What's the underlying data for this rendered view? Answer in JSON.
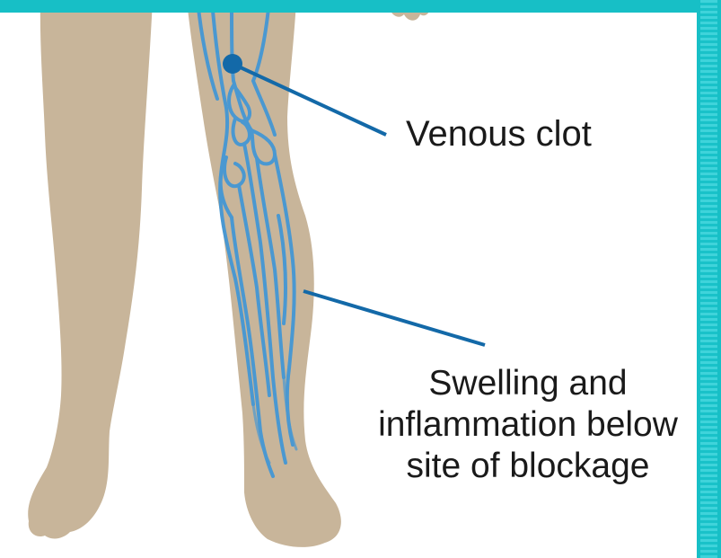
{
  "labels": {
    "clot": "Venous clot",
    "swelling_line1": "Swelling and",
    "swelling_line2": "inflammation below",
    "swelling_line3": "site of blockage"
  },
  "colors": {
    "frame": "#17bfc6",
    "skin": "#c8b59a",
    "vein": "#4a98d1",
    "pointer": "#1369a8"
  }
}
